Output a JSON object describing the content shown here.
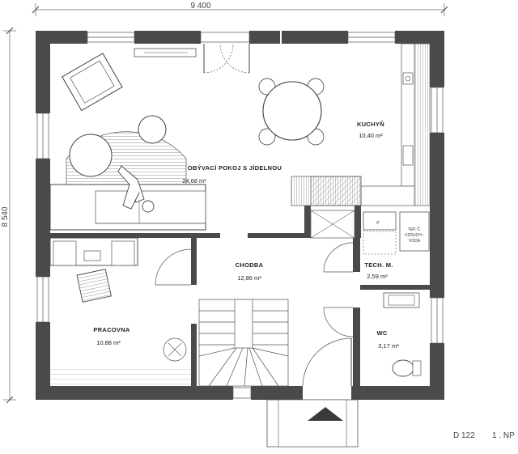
{
  "dimensions": {
    "width_label": "9 400",
    "height_label": "8 540"
  },
  "rooms": {
    "living": {
      "name": "OBÝVACÍ  POKOJ  S  JÍDELNOU",
      "area": "24,68 m²"
    },
    "kitchen": {
      "name": "KUCHYŇ",
      "area": "10,40 m²"
    },
    "hall": {
      "name": "CHODBA",
      "area": "12,86 m²"
    },
    "study": {
      "name": "PRACOVNA",
      "area": "10,88 m²"
    },
    "tech": {
      "name": "TECH. M.",
      "area": "2,59 m²"
    },
    "wc": {
      "name": "WC",
      "area": "3,17 m²"
    }
  },
  "fixtures": {
    "heat_pump_line1": "TEP. Č.",
    "heat_pump_line2": "VZDUCH -",
    "heat_pump_line3": "VODA",
    "boiler_label": "P"
  },
  "footer": {
    "code": "D   122",
    "floor": "1 . NP"
  }
}
